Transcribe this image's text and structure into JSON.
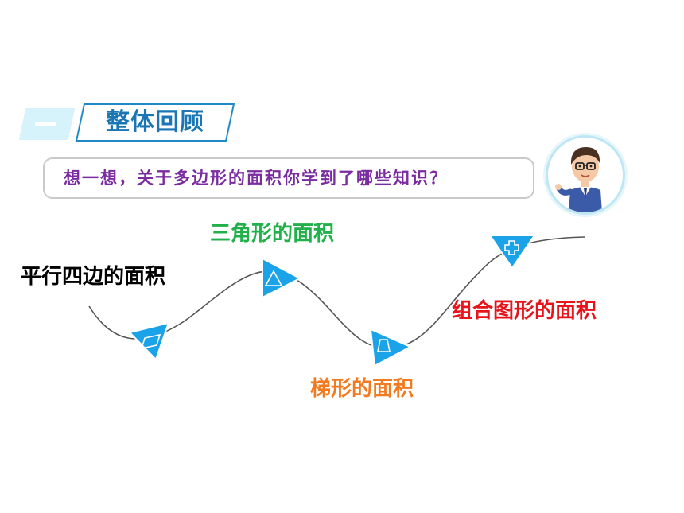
{
  "section": {
    "title": "整体回顾"
  },
  "question": {
    "text": "想一想，关于多边形的面积你学到了哪些知识？"
  },
  "topics": {
    "parallelogram": "平行四边的面积",
    "triangle": "三角形的面积",
    "trapezoid": "梯形的面积",
    "composite": "组合图形的面积"
  },
  "colors": {
    "accent_blue": "#1f88c6",
    "marker_blue": "#1aa3e8",
    "question_purple": "#7a2ca0",
    "triangle_green": "#22b04a",
    "trapezoid_orange": "#f47a1f",
    "composite_red": "#e8141b"
  },
  "icons": {
    "parallelogram_marker": "parallelogram-icon",
    "triangle_marker": "triangle-icon",
    "trapezoid_marker": "trapezoid-icon",
    "composite_marker": "cross-shape-icon"
  }
}
